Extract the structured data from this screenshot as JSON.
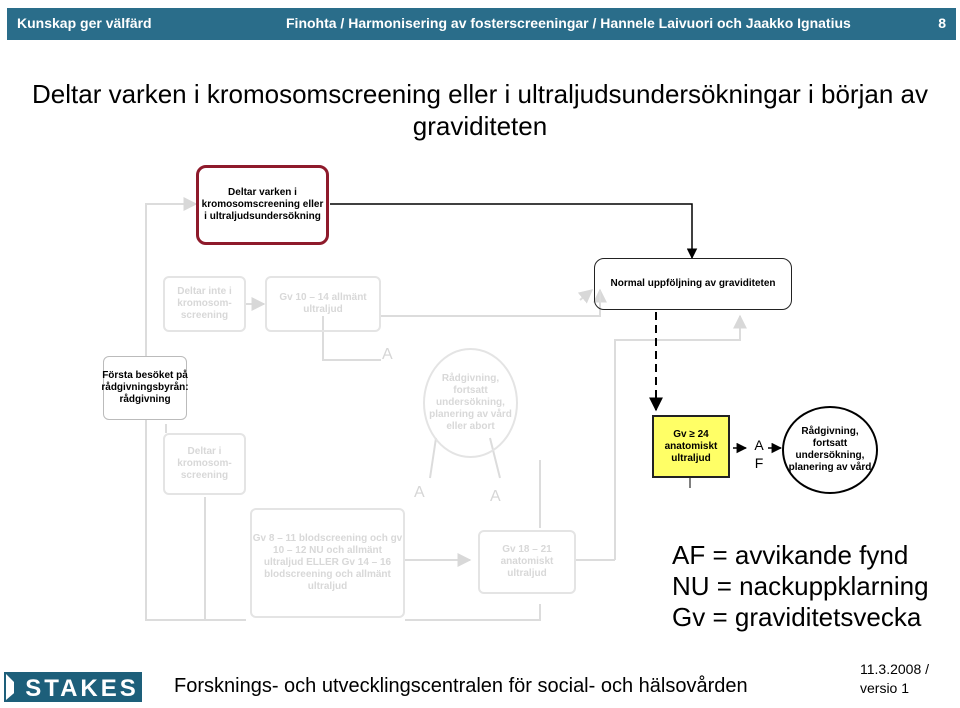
{
  "header": {
    "left": "Kunskap ger välfärd",
    "middle": "Finohta / Harmonisering av fosterscreeningar / Hannele Laivuori och Jaakko Ignatius",
    "page_number": "8"
  },
  "title": "Deltar varken i kromosomscreening eller i ultraljudsundersökningar i början av graviditeten",
  "nodes": {
    "start": "Deltar varken i kromosomscreening eller i ultraljudsundersökning",
    "no_chrom_top": "Deltar inte i kromosom-screening",
    "gv_10_14": "Gv 10 – 14 allmänt ultraljud",
    "normal": "Normal uppföljning av graviditeten",
    "first_visit": "Första besöket på rådgivningsbyrån: rådgivning",
    "counsel_mid": "Rådgivning, fortsatt undersökning, planering av vård eller abort",
    "no_chrom_bottom": "Deltar i kromosom-screening",
    "gv24": "Gv ≥ 24 anatomiskt ultraljud",
    "af_a": "A",
    "af_f": "F",
    "counsel_right": "Rådgivning, fortsatt undersökning, planering av vård",
    "blood": "Gv 8 – 11 blodscreening och gv 10 – 12 NU och allmänt ultraljud ELLER Gv 14 – 16 blodscreening och allmänt ultraljud",
    "gv18": "Gv 18 – 21 anatomiskt ultraljud"
  },
  "labels": {
    "a1": "A",
    "a2": "A",
    "a3": "A"
  },
  "legend": {
    "af": "AF = avvikande fynd",
    "nu": "NU = nackuppklarning",
    "gv": "Gv = graviditetsvecka"
  },
  "footer": {
    "org": "Forsknings- och utvecklingscentralen för social- och hälsovården",
    "date": "11.3.2008 /",
    "version": "versio 1",
    "logo_text": "STAKES"
  }
}
